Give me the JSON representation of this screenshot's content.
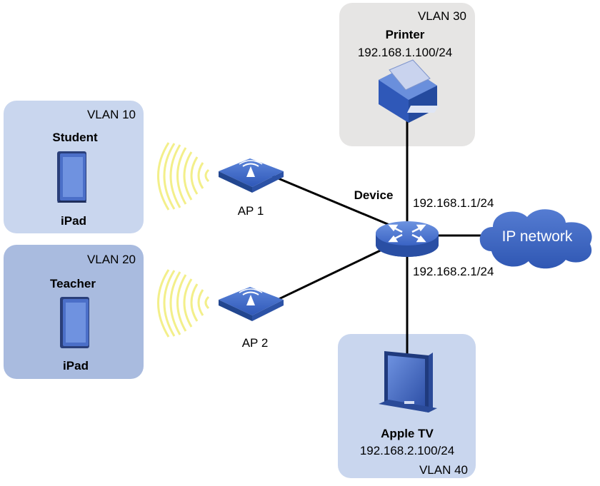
{
  "zones": {
    "vlan10": {
      "label": "VLAN 10",
      "user": "Student",
      "device": "iPad"
    },
    "vlan20": {
      "label": "VLAN 20",
      "user": "Teacher",
      "device": "iPad"
    },
    "vlan30": {
      "label": "VLAN 30",
      "device": "Printer",
      "ip": "192.168.1.100/24"
    },
    "vlan40": {
      "label": "VLAN 40",
      "device": "Apple TV",
      "ip": "192.168.2.100/24"
    }
  },
  "access_points": {
    "ap1": "AP 1",
    "ap2": "AP 2"
  },
  "core": {
    "name": "Device",
    "ip_upper": "192.168.1.1/24",
    "ip_lower": "192.168.2.1/24"
  },
  "cloud": "IP network",
  "colors": {
    "vlan_light_blue": "#c9d6ee",
    "vlan_mid_blue": "#a9bbdf",
    "vlan_gray": "#e6e5e4",
    "device_blue": "#3a63c4",
    "cloud_blue": "#3f69c7",
    "wifi_yellow": "#f3ef8a"
  }
}
